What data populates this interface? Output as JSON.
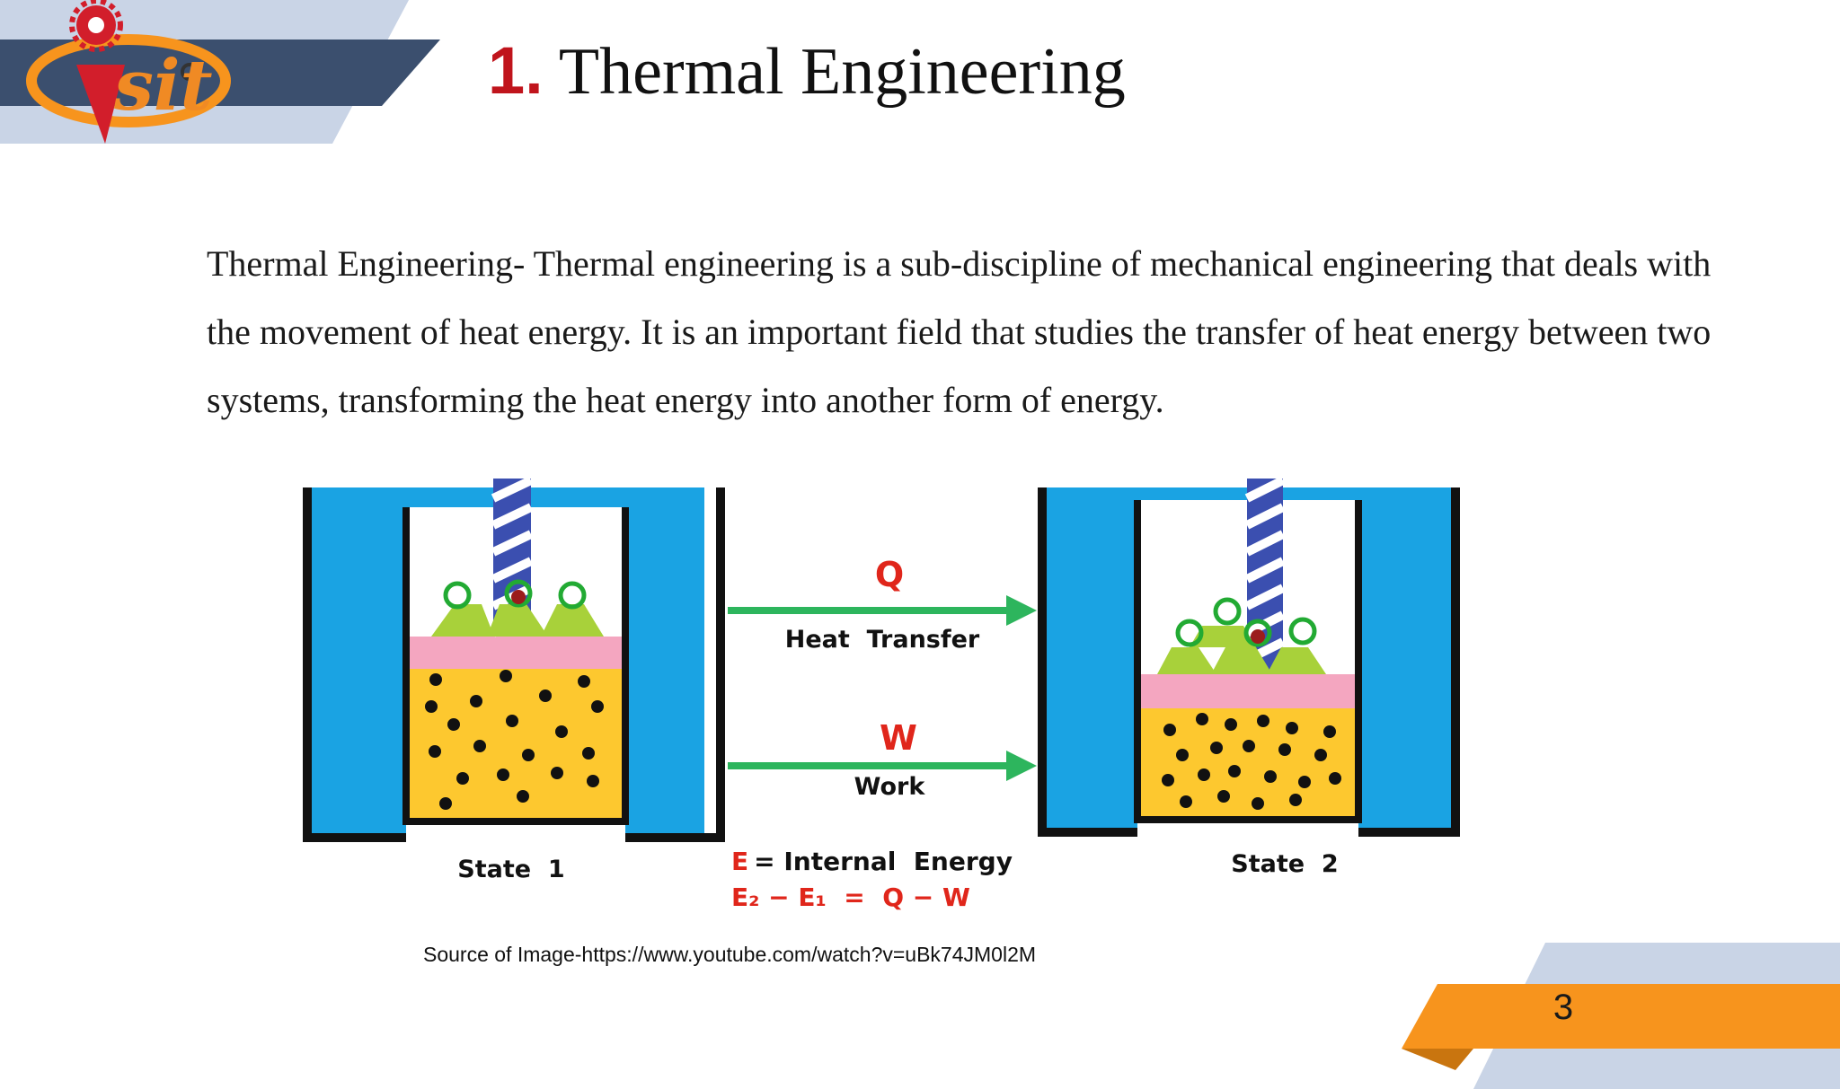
{
  "header": {
    "logo_text": "sit",
    "title_number": "1.",
    "title_text": "Thermal Engineering"
  },
  "body": {
    "paragraph": "Thermal Engineering- Thermal engineering is a sub-discipline of mechanical engineering that deals with the movement of heat energy. It is an important field that studies the transfer of heat energy between two systems, transforming the heat energy into another form of energy."
  },
  "diagram": {
    "q_symbol": "Q",
    "heat_label": "Heat  Transfer",
    "w_symbol": "W",
    "work_label": "Work",
    "state1_label": "State  1",
    "state2_label": "State  2",
    "energy_def_symbol": "E",
    "energy_def_text": "= Internal  Energy",
    "equation": "E₂ − E₁  =  Q − W"
  },
  "source": "Source of Image-https://www.youtube.com/watch?v=uBk74JM0l2M",
  "footer": {
    "page_number": "3"
  },
  "colors": {
    "title_number": "#c0141c",
    "banner_dark": "#3b4f6e",
    "banner_light": "#c9d4e6",
    "accent_orange": "#f7941d",
    "water": "#1aa3e3",
    "gas": "#fdc82f",
    "piston": "#f4a6c0",
    "arrow": "#2db55d"
  }
}
